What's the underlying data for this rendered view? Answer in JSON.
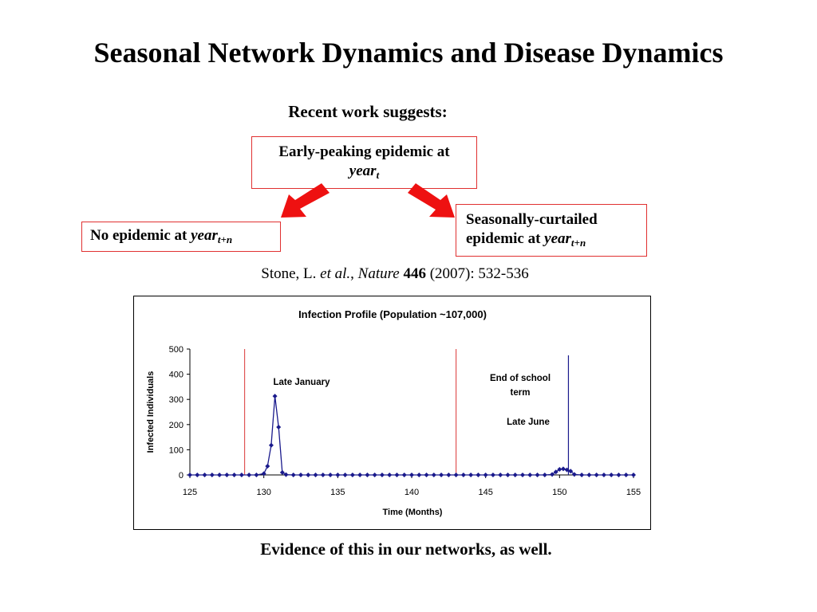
{
  "slide": {
    "title": "Seasonal Network Dynamics and Disease Dynamics",
    "intro": "Recent work suggests:",
    "boxes": {
      "early": {
        "line1": "Early-peaking epidemic at",
        "word": "year",
        "sub": "t"
      },
      "none": {
        "text": "No epidemic at ",
        "word": "year",
        "sub": "t+n"
      },
      "curtailed": {
        "line1": "Seasonally-curtailed",
        "line2": "epidemic at ",
        "word": "year",
        "sub": "t+n"
      }
    },
    "citation": {
      "authors": "Stone, L. ",
      "etal": "et al.",
      "sep": ", ",
      "journal": "Nature",
      "volume": "446",
      "rest": " (2007): 532-536"
    },
    "footer": "Evidence of this in our networks, as well.",
    "arrow_color": "#ee1111",
    "box_border_color": "#e03030"
  },
  "chart_data": {
    "type": "line",
    "title": "Infection Profile (Population ~107,000)",
    "xlabel": "Time (Months)",
    "ylabel": "Infected Individuals",
    "xlim": [
      125,
      155
    ],
    "ylim": [
      0,
      500
    ],
    "xticks": [
      125,
      130,
      135,
      140,
      145,
      150,
      155
    ],
    "yticks": [
      0,
      100,
      200,
      300,
      400,
      500
    ],
    "series": [
      {
        "color": "#1a1a8c",
        "x": [
          125,
          125.5,
          126,
          126.5,
          127,
          127.5,
          128,
          128.5,
          129,
          129.5,
          130,
          130.25,
          130.5,
          130.75,
          131,
          131.25,
          131.5,
          132,
          132.5,
          133,
          133.5,
          134,
          134.5,
          135,
          135.5,
          136,
          136.5,
          137,
          137.5,
          138,
          138.5,
          139,
          139.5,
          140,
          140.5,
          141,
          141.5,
          142,
          142.5,
          143,
          143.5,
          144,
          144.5,
          145,
          145.5,
          146,
          146.5,
          147,
          147.5,
          148,
          148.5,
          149,
          149.5,
          149.75,
          150,
          150.25,
          150.5,
          150.75,
          151,
          151.5,
          152,
          152.5,
          153,
          153.5,
          154,
          154.5,
          155
        ],
        "y": [
          0,
          0,
          0,
          0,
          0,
          0,
          0,
          0,
          0,
          0,
          5,
          35,
          118,
          313,
          190,
          10,
          1,
          0,
          0,
          0,
          0,
          0,
          0,
          0,
          0,
          0,
          0,
          0,
          0,
          0,
          0,
          0,
          0,
          0,
          0,
          0,
          0,
          0,
          0,
          0,
          0,
          0,
          0,
          0,
          0,
          0,
          0,
          0,
          0,
          0,
          0,
          0,
          2,
          12,
          22,
          24,
          20,
          15,
          2,
          0,
          0,
          0,
          0,
          0,
          0,
          0,
          0
        ]
      }
    ],
    "reference_lines": [
      {
        "x": 128.7,
        "color": "#e05555"
      },
      {
        "x": 143,
        "color": "#e05555"
      },
      {
        "x": 150.6,
        "color": "#1a1a8c",
        "y_top": 475
      }
    ],
    "annotations": [
      {
        "text": "Late January"
      },
      {
        "text": "End of school"
      },
      {
        "text": "term"
      },
      {
        "text": "Late June"
      }
    ]
  }
}
